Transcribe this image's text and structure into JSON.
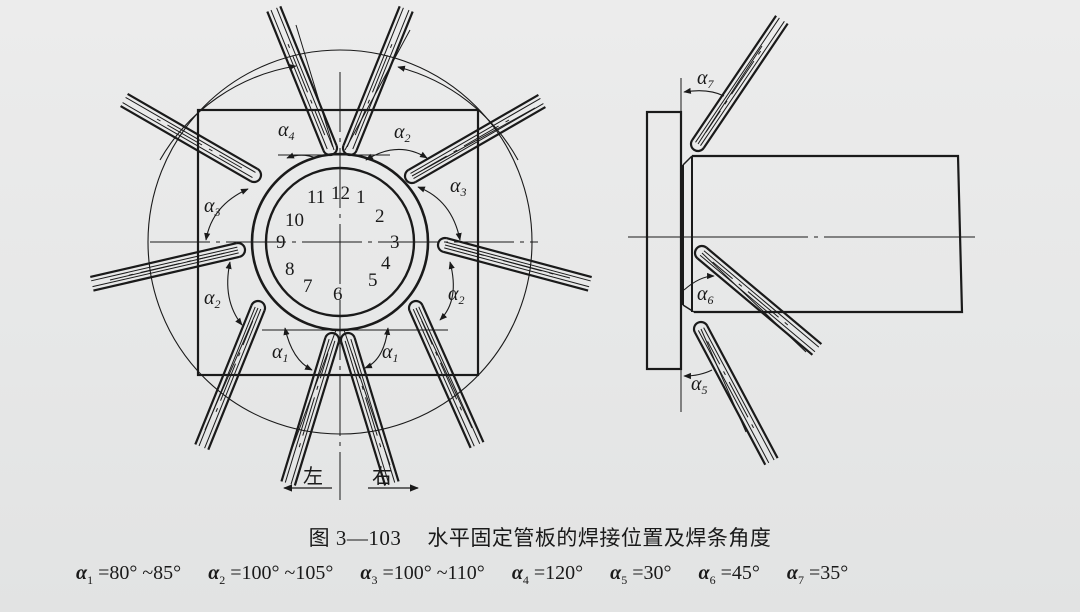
{
  "figure": {
    "number": "图 3—103",
    "title": "水平固定管板的焊接位置及焊条角度",
    "clock_positions": [
      "12",
      "1",
      "2",
      "3",
      "4",
      "5",
      "6",
      "7",
      "8",
      "9",
      "10",
      "11"
    ],
    "direction_labels": {
      "left": "左",
      "right": "右"
    },
    "angle_labels_left_view": [
      {
        "symbol": "α",
        "sub": "4"
      },
      {
        "symbol": "α",
        "sub": "2"
      },
      {
        "symbol": "α",
        "sub": "3"
      },
      {
        "symbol": "α",
        "sub": "3"
      },
      {
        "symbol": "α",
        "sub": "2"
      },
      {
        "symbol": "α",
        "sub": "2"
      },
      {
        "symbol": "α",
        "sub": "1"
      },
      {
        "symbol": "α",
        "sub": "1"
      }
    ],
    "angle_labels_side_view": [
      {
        "symbol": "α",
        "sub": "7"
      },
      {
        "symbol": "α",
        "sub": "6"
      },
      {
        "symbol": "α",
        "sub": "5"
      }
    ]
  },
  "angles": [
    {
      "symbol": "α",
      "sub": "1",
      "value": "=80° ~85°"
    },
    {
      "symbol": "α",
      "sub": "2",
      "value": "=100° ~105°"
    },
    {
      "symbol": "α",
      "sub": "3",
      "value": "=100° ~110°"
    },
    {
      "symbol": "α",
      "sub": "4",
      "value": "=120°"
    },
    {
      "symbol": "α",
      "sub": "5",
      "value": "=30°"
    },
    {
      "symbol": "α",
      "sub": "6",
      "value": "=45°"
    },
    {
      "symbol": "α",
      "sub": "7",
      "value": "=35°"
    }
  ],
  "colors": {
    "background": "#e9eaea",
    "ink": "#1a1a1a"
  }
}
